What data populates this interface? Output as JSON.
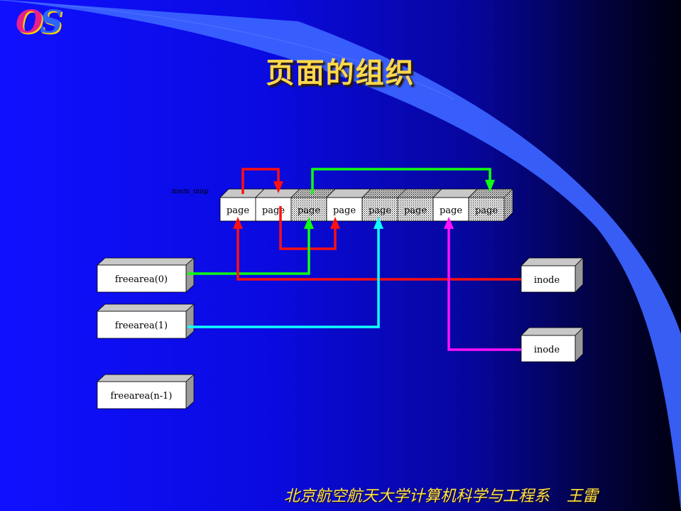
{
  "logo": {
    "q": "O",
    "s": "S"
  },
  "title": "页面的组织",
  "footer": {
    "institution": "北京航空航天大学计算机科学与工程系",
    "author": "王雷"
  },
  "diagram": {
    "mem_map_label": "mem_map",
    "pages": [
      {
        "label": "page",
        "shaded": false
      },
      {
        "label": "page",
        "shaded": false
      },
      {
        "label": "page",
        "shaded": true
      },
      {
        "label": "page",
        "shaded": false
      },
      {
        "label": "page",
        "shaded": true
      },
      {
        "label": "page",
        "shaded": true
      },
      {
        "label": "page",
        "shaded": false
      },
      {
        "label": "page",
        "shaded": true
      }
    ],
    "freeareas": [
      "freearea(0)",
      "freearea(1)",
      "freearea(n-1)"
    ],
    "inodes": [
      "inode",
      "inode"
    ],
    "colors": {
      "red": "#ff1010",
      "green": "#10ff10",
      "cyan": "#10ffff",
      "magenta": "#ff10ff"
    }
  }
}
